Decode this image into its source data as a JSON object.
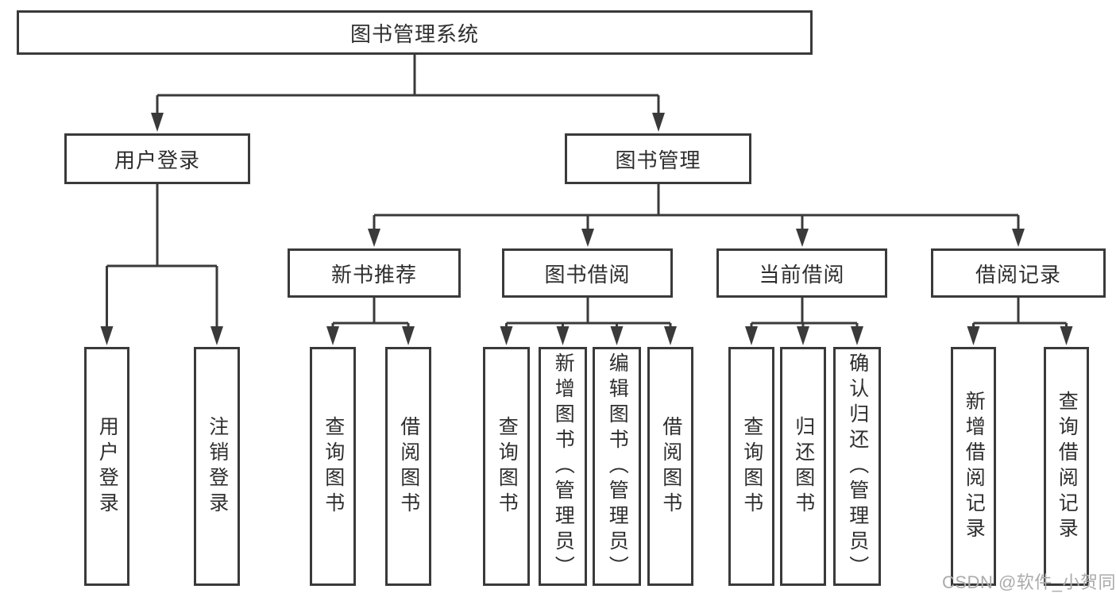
{
  "colors": {
    "line": "#3a3a3a",
    "text": "#2e2e2e",
    "watermark": "#ababab",
    "bg": "#ffffff"
  },
  "nodes": {
    "root": {
      "label": "图书管理系统"
    },
    "user_login": {
      "label": "用户登录"
    },
    "book_mgmt": {
      "label": "图书管理"
    },
    "new_book_rec": {
      "label": "新书推荐"
    },
    "book_borrow": {
      "label": "图书借阅"
    },
    "current_borrow": {
      "label": "当前借阅"
    },
    "borrow_records": {
      "label": "借阅记录"
    },
    "leaf_user_login": {
      "label": "用户登录"
    },
    "leaf_logout": {
      "label": "注销登录"
    },
    "leaf_query_book_a": {
      "label": "查询图书"
    },
    "leaf_borrow_book_a": {
      "label": "借阅图书"
    },
    "leaf_query_book_b": {
      "label": "查询图书"
    },
    "leaf_add_book": {
      "label": "新增图书（管理员）"
    },
    "leaf_edit_book": {
      "label": "编辑图书（管理员）"
    },
    "leaf_borrow_book_b": {
      "label": "借阅图书"
    },
    "leaf_query_book_c": {
      "label": "查询图书"
    },
    "leaf_return_book": {
      "label": "归还图书"
    },
    "leaf_confirm_return": {
      "label": "确认归还（管理员）"
    },
    "leaf_add_record": {
      "label": "新增借阅记录"
    },
    "leaf_query_record": {
      "label": "查询借阅记录"
    }
  },
  "watermark": {
    "text": "CSDN @软件_小贺同学"
  }
}
